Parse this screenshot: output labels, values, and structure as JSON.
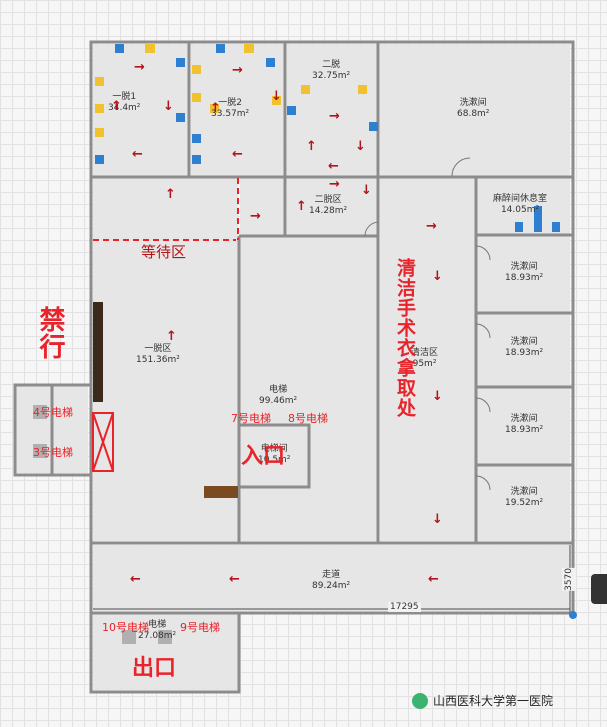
{
  "rooms": {
    "tuo1": {
      "name": "一脱1",
      "area": "34.4m²"
    },
    "tuo2": {
      "name": "一脱2",
      "area": "33.57m²"
    },
    "ertuo": {
      "name": "二脱",
      "area": "32.75m²"
    },
    "xishu_top": {
      "name": "洗漱间",
      "area": "68.8m²"
    },
    "ertuoqu": {
      "name": "二脱区",
      "area": "14.28m²"
    },
    "mazui": {
      "name": "麻醉间休息室",
      "area": "14.05m²"
    },
    "yituoqu": {
      "name": "一脱区",
      "area": "151.36m²"
    },
    "dianti_main": {
      "name": "电梯",
      "area": "99.46m²"
    },
    "qingjie": {
      "name": "清洁区",
      "area": "95m²"
    },
    "xishu_1": {
      "name": "洗漱间",
      "area": "18.93m²"
    },
    "xishu_2": {
      "name": "洗漱间",
      "area": "18.93m²"
    },
    "xishu_3": {
      "name": "洗漱间",
      "area": "18.93m²"
    },
    "xishu_4": {
      "name": "洗漱间",
      "area": "19.52m²"
    },
    "dianti_small": {
      "name": "电梯间",
      "area": "10.5m²"
    },
    "zoudao": {
      "name": "走道",
      "area": "89.24m²"
    },
    "dianti_bottom": {
      "name": "电梯",
      "area": "27.08m²"
    }
  },
  "annotations": {
    "dengdaiqu": "等待区",
    "jinxing": "禁行",
    "rukou": "入口",
    "chukou": "出口",
    "qingjie_vertical": "清洁手术衣拿取处",
    "elev4": "4号电梯",
    "elev3": "3号电梯",
    "elev7": "7号电梯",
    "elev8": "8号电梯",
    "elev10": "10号电梯",
    "elev9": "9号电梯"
  },
  "dimensions": {
    "width": "17295",
    "height": "3570"
  },
  "watermark": "山西医科大学第一医院",
  "icons": {
    "arrow_up": "↑",
    "arrow_down": "↓",
    "arrow_left": "←",
    "arrow_right": "→"
  },
  "colors": {
    "wall": "#8c8c8c",
    "floor": "#e6e6e6",
    "annotation": "#e8232a",
    "arrow": "#b3141a",
    "yellow_chair": "#f2c12e",
    "blue_chair": "#2f7fd1"
  }
}
